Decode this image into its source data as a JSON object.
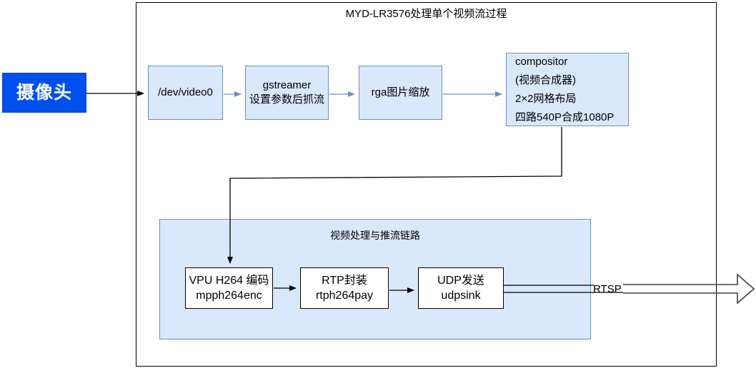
{
  "title": "MYD-LR3576处理单个视频流过程",
  "nodes": {
    "camera": {
      "label": "摄像头"
    },
    "dev_video0": {
      "label": "/dev/video0"
    },
    "gstreamer": {
      "lines": [
        "gstreamer",
        "设置参数后抓流"
      ]
    },
    "rga": {
      "label": "rga图片缩放"
    },
    "compositor": {
      "lines": [
        "compositor",
        "(视频合成器)",
        "2×2网格布局",
        "四路540P合成1080P"
      ]
    },
    "group": {
      "label": "视频处理与推流链路"
    },
    "vpu": {
      "lines": [
        "VPU H264 编码",
        "mpph264enc"
      ]
    },
    "rtp": {
      "lines": [
        "RTP封装",
        "rtph264pay"
      ]
    },
    "udp": {
      "lines": [
        "UDP发送",
        "udpsink"
      ]
    }
  },
  "labels": {
    "rtsp": "RTSP"
  },
  "colors": {
    "node_fill": "#dae8fc",
    "node_stroke": "#6c8ebf",
    "camera_fill": "#0050ef",
    "frame_stroke": "#000000",
    "connector_black": "#000000",
    "connector_blue": "#6c8ebf",
    "big_arrow_stroke": "#404040"
  }
}
